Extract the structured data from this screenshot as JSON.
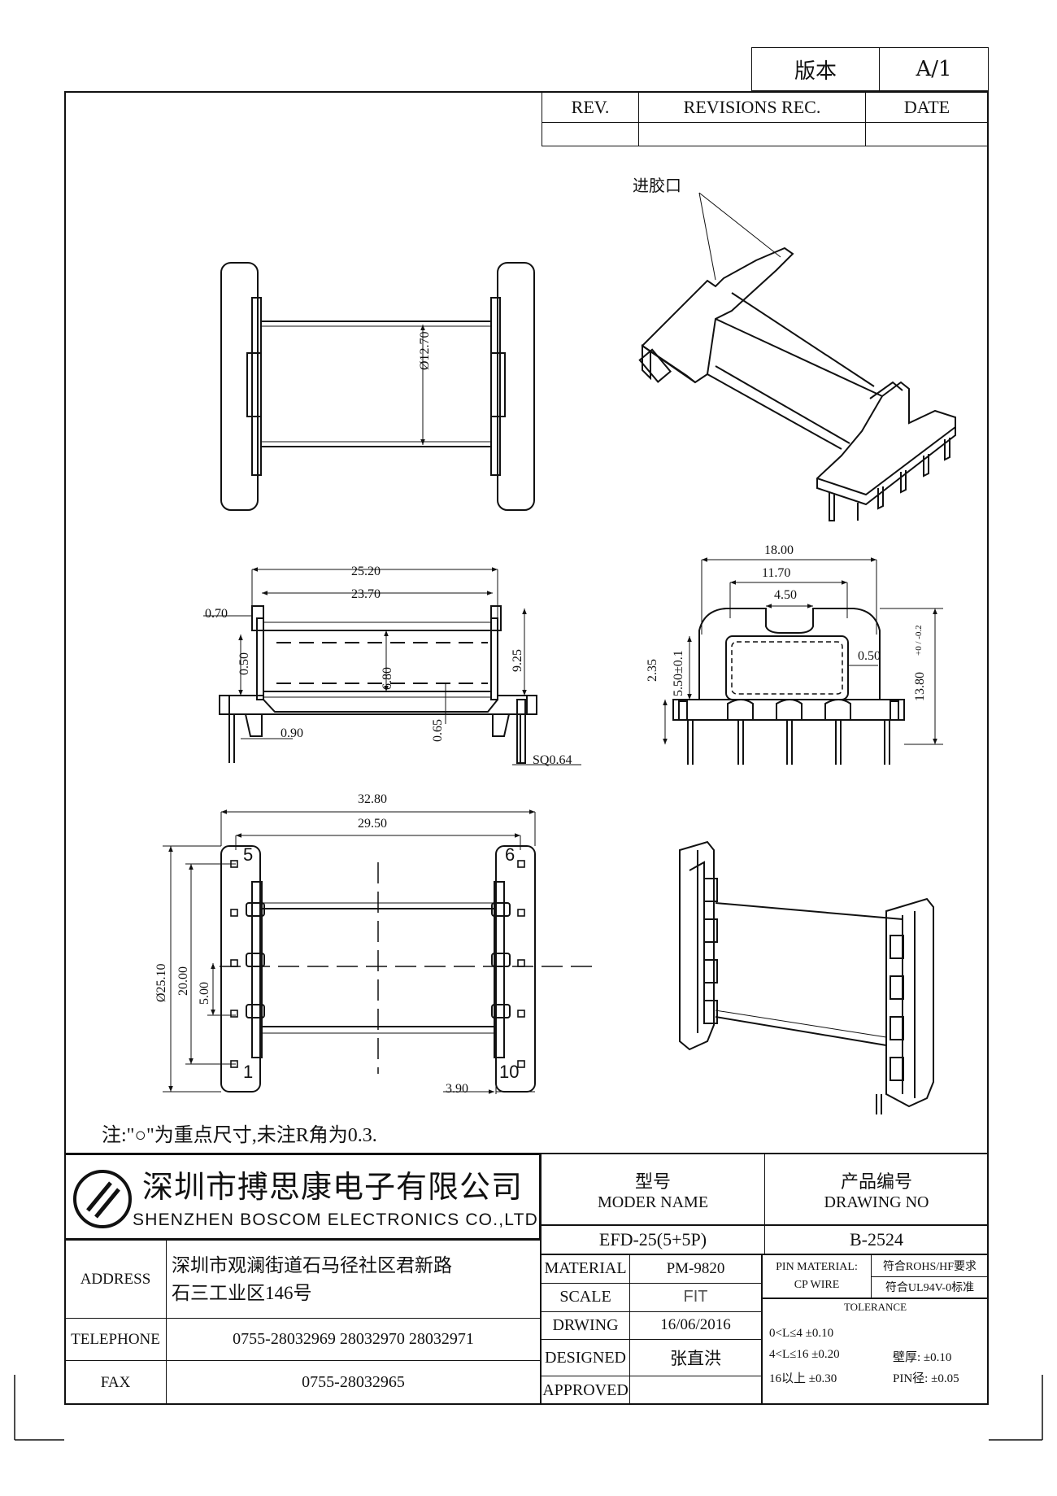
{
  "version_box": {
    "label": "版本",
    "value": "A/1"
  },
  "revisions": {
    "rev_label": "REV.",
    "rec_label": "REVISIONS REC.",
    "date_label": "DATE"
  },
  "gate_label": "进胶口",
  "dims": {
    "dia_12_70": "Ø12.70",
    "d_25_20": "25.20",
    "d_23_70": "23.70",
    "d_0_70": "0.70",
    "d_0_50_a": "0.50",
    "d_6_80": "6.80",
    "d_9_25": "9.25",
    "d_0_65": "0.65",
    "d_0_90": "0.90",
    "sq_0_64": "SQ0.64",
    "d_18_00": "18.00",
    "d_11_70": "11.70",
    "d_4_50": "4.50",
    "d_2_35": "2.35",
    "d_5_50": "5.50±0.1",
    "d_0_50_b": "0.50",
    "d_13_80": "13.80",
    "d_13_80_tol": "+0 / -0.2",
    "d_32_80": "32.80",
    "d_29_50": "29.50",
    "d_25_10": "Ø25.10",
    "d_20_00": "20.00",
    "d_5_00": "5.00",
    "d_3_90": "3.90"
  },
  "pins": {
    "p5": "5",
    "p6": "6",
    "p1": "1",
    "p10": "10"
  },
  "note": "注:\"○\"为重点尺寸,未注R角为0.3.",
  "company": {
    "name_cn": "深圳市搏思康电子有限公司",
    "name_en": "SHENZHEN BOSCOM ELECTRONICS CO.,LTD"
  },
  "model": {
    "label_cn": "型号",
    "label_en": "MODER NAME",
    "value": "EFD-25(5+5P)"
  },
  "drawing_no": {
    "label_cn": "产品编号",
    "label_en": "DRAWING NO",
    "value": "B-2524"
  },
  "address": {
    "label": "ADDRESS",
    "line1": "深圳市观澜街道石马径社区君新路",
    "line2": "石三工业区146号"
  },
  "telephone": {
    "label": "TELEPHONE",
    "value": "0755-28032969 28032970 28032971"
  },
  "fax": {
    "label": "FAX",
    "value": "0755-28032965"
  },
  "material": {
    "label": "MATERIAL",
    "value": "PM-9820"
  },
  "scale": {
    "label": "SCALE",
    "value": "FIT"
  },
  "drwing": {
    "label": "DRWING",
    "value": "16/06/2016"
  },
  "designed": {
    "label": "DESIGNED",
    "value": "张直洪"
  },
  "approved": {
    "label": "APPROVED",
    "value": ""
  },
  "pin_material": {
    "label1": "PIN MATERIAL:",
    "label2": "CP WIRE",
    "v1": "符合ROHS/HF要求",
    "v2": "符合UL94V-0标准"
  },
  "tolerance": {
    "label": "TOLERANCE",
    "r1": "0<L≤4 ±0.10",
    "r2a": "4<L≤16 ±0.20",
    "r2b": "壁厚: ±0.10",
    "r3a": "16以上 ±0.30",
    "r3b": "PIN径: ±0.05"
  }
}
